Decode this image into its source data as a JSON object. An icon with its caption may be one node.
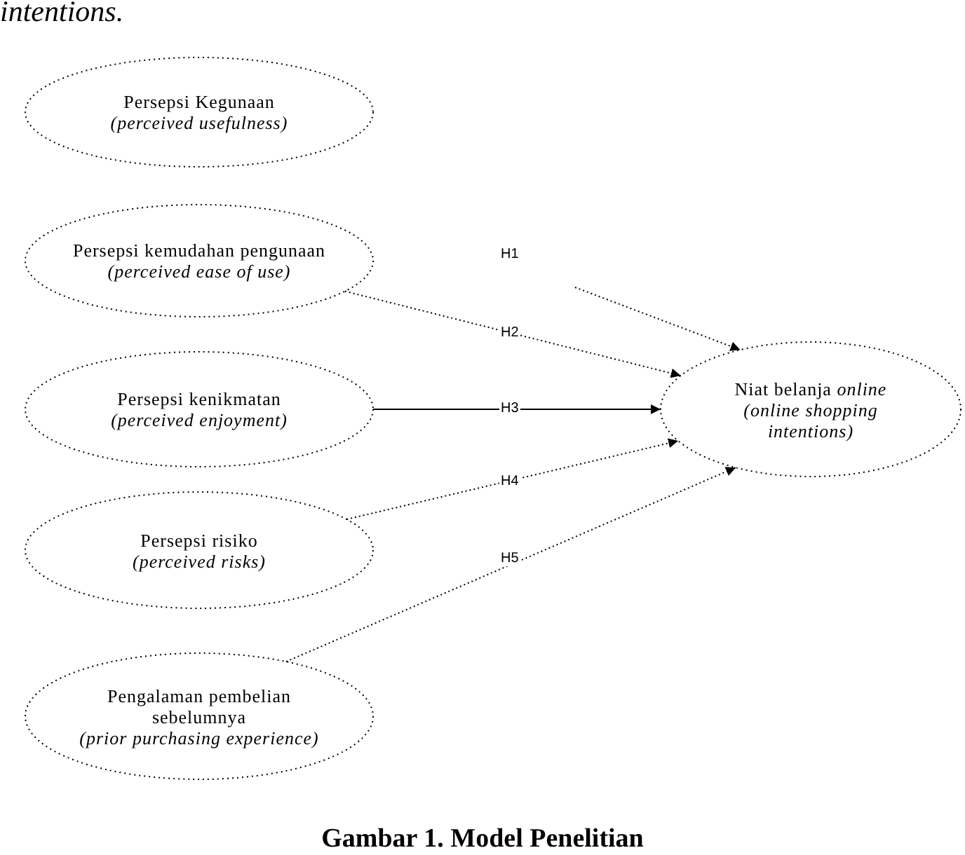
{
  "diagram": {
    "caption": "Gambar 1. Model Penelitian",
    "nodes": [
      {
        "text": [
          "Persepsi Kegunaan",
          "(perceived usefulness)"
        ]
      },
      {
        "text": [
          "Persepsi kemudahan pengunaan",
          "(perceived ease of use)"
        ]
      },
      {
        "text": [
          "Persepsi kenikmatan",
          "(perceived enjoyment)"
        ]
      },
      {
        "text": [
          "Persepsi risiko",
          "(perceived risks)"
        ]
      },
      {
        "text": [
          "Pengalaman pembelian sebelumnya",
          "(prior purchasing experience)"
        ]
      },
      {
        "text": [
          "Niat belanja *online*",
          "(online shopping intentions)"
        ]
      }
    ],
    "edges": [
      {
        "from": null,
        "to": 5,
        "arrow": "to",
        "label": "H1",
        "style": "dashed"
      },
      {
        "from": 1,
        "to": 5,
        "arrow": "to",
        "label": "H2",
        "style": "dashed"
      },
      {
        "from": 2,
        "to": 5,
        "arrow": "to",
        "label": "H3"
      },
      {
        "from": 3,
        "to": 5,
        "arrow": "to",
        "label": "H4",
        "style": "dashed"
      },
      {
        "from": 4,
        "to": 5,
        "arrow": "to",
        "label": "H5",
        "style": "dashed"
      }
    ],
    "labels": [
      "intentions."
    ]
  }
}
